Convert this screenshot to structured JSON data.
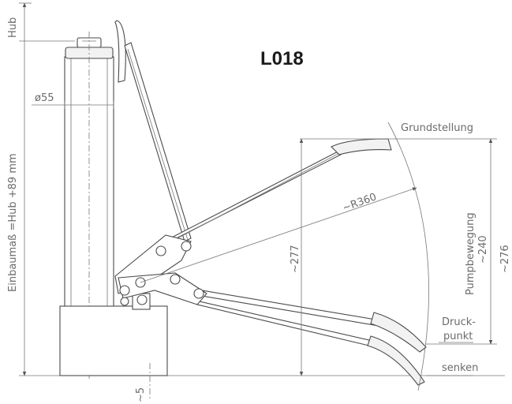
{
  "title": "L018",
  "labels": {
    "hub": "Hub",
    "einbaumass": "Einbaumaß =Hub +89 mm",
    "diameter": "ø55",
    "grundstellung": "Grundstellung",
    "radius": "~R360",
    "height_277": "~277",
    "pumpbewegung": "Pumpbewegung",
    "height_240": "~240",
    "height_276": "~276",
    "druckpunkt_line1": "Druck-",
    "druckpunkt_line2": "punkt",
    "senken": "senken",
    "depth_5": "~5"
  }
}
